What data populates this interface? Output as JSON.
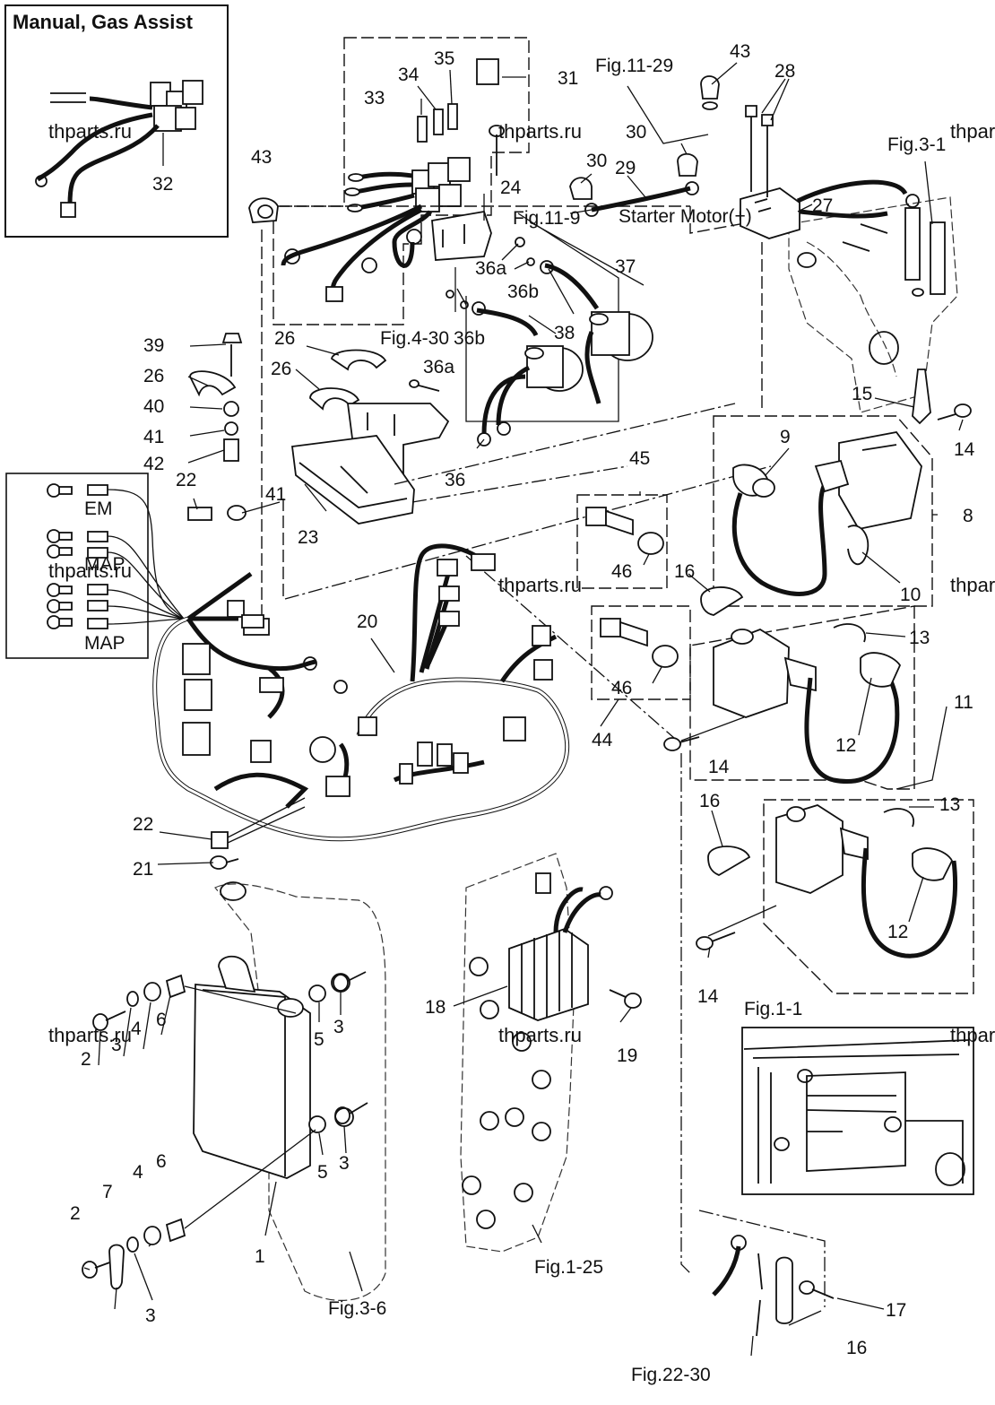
{
  "inset_manual": {
    "title": "Manual, Gas Assist",
    "part": "32"
  },
  "inset_connectors": {
    "labels": [
      "EM",
      "MAP",
      "MAP"
    ]
  },
  "watermark": "thparts.ru",
  "figure_refs": [
    "Fig.11-29",
    "Fig.3-1",
    "Fig.11-9",
    "Starter Motor(+)",
    "Fig.4-30",
    "Fig.1-1",
    "Fig.1-25",
    "Fig.3-6",
    "Fig.22-30"
  ],
  "callouts": [
    "1",
    "2",
    "3",
    "4",
    "5",
    "6",
    "7",
    "8",
    "9",
    "10",
    "11",
    "12",
    "13",
    "14",
    "15",
    "16",
    "17",
    "18",
    "19",
    "20",
    "21",
    "22",
    "23",
    "24",
    "26",
    "27",
    "28",
    "29",
    "30",
    "31",
    "32",
    "33",
    "34",
    "35",
    "36",
    "36a",
    "36b",
    "37",
    "38",
    "39",
    "40",
    "41",
    "42",
    "43",
    "44",
    "45",
    "46"
  ]
}
